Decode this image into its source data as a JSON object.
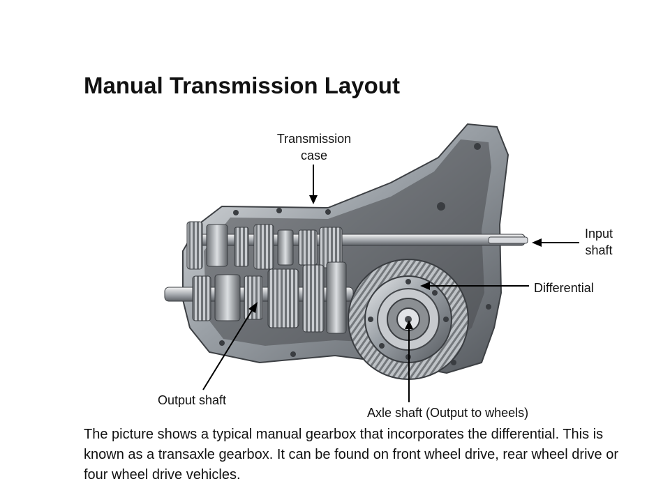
{
  "title": "Manual Transmission Layout",
  "labels": {
    "transmission_case": [
      "Transmission",
      "case"
    ],
    "input_shaft": [
      "Input",
      "shaft"
    ],
    "differential": "Differential",
    "output_shaft": "Output shaft",
    "axle_shaft": "Axle shaft (Output to wheels)"
  },
  "caption": "The picture shows a typical manual gearbox that incorporates the differential. This is known as a transaxle gearbox. It can be found on front wheel drive, rear wheel drive or four wheel drive vehicles."
}
